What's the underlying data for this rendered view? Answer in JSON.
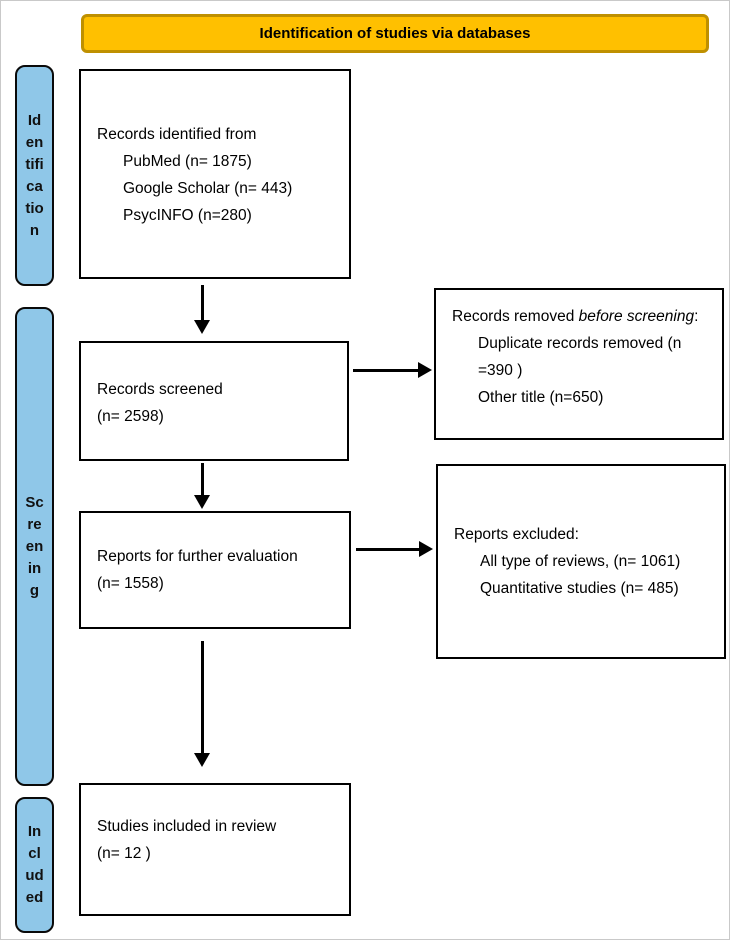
{
  "header": {
    "title": "Identification of studies via databases"
  },
  "stages": {
    "identification": "Id\nen\ntifi\nca\ntio\nn",
    "screening": "Sc\nre\nen\nin\ng",
    "included": "In\ncl\nud\ned"
  },
  "boxes": {
    "records_identified": {
      "title": "Records identified from",
      "items": [
        "PubMed  (n= 1875)",
        "Google Scholar (n= 443)",
        "PsycINFO (n=280)"
      ]
    },
    "records_screened": {
      "line1": "Records screened",
      "line2": "(n= 2598)"
    },
    "records_removed": {
      "title_prefix": "Records removed ",
      "title_italic": "before screening",
      "title_suffix": ":",
      "items": [
        "Duplicate records removed  (n\n=390 )",
        "Other title (n=650)"
      ]
    },
    "reports_evaluation": {
      "line1": "Reports for further evaluation",
      "line2": "(n= 1558)"
    },
    "reports_excluded": {
      "title": "Reports excluded:",
      "items": [
        "All type of reviews,  (n= 1061)",
        "Quantitative studies (n= 485)"
      ]
    },
    "studies_included": {
      "line1": "Studies included in review",
      "line2": "(n= 12 )"
    }
  },
  "colors": {
    "banner_bg": "#FFC000",
    "banner_border": "#BF9000",
    "stage_bar_bg": "#8FC7E8",
    "box_border": "#000000",
    "arrow": "#000000"
  }
}
